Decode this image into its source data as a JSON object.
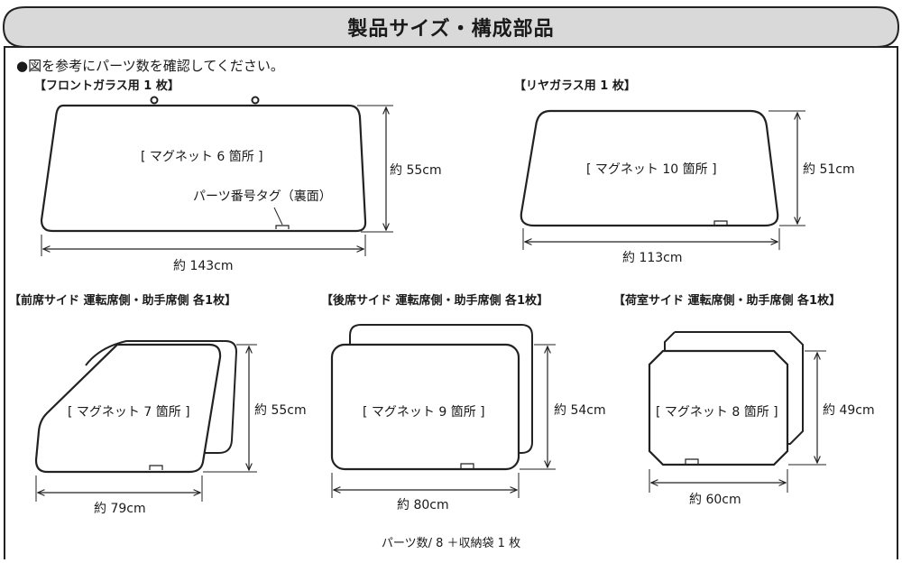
{
  "title": "製品サイズ・構成部品",
  "note": "●図を参考にパーツ数を確認してください。",
  "parts": [
    {
      "heading": "【フロントガラス用 1 枚】",
      "magnet": "[ マグネット 6 箇所 ]",
      "height": "約 55cm",
      "width": "約 143cm",
      "tag": "パーツ番号タグ（裏面）"
    },
    {
      "heading": "【リヤガラス用 1 枚】",
      "magnet": "[ マグネット 10 箇所 ]",
      "height": "約 51cm",
      "width": "約 113cm"
    },
    {
      "heading": "【前席サイド 運転席側・助手席側 各1枚】",
      "magnet": "[ マグネット 7 箇所 ]",
      "height": "約 55cm",
      "width": "約 79cm"
    },
    {
      "heading": "【後席サイド 運転席側・助手席側 各1枚】",
      "magnet": "[ マグネット 9 箇所 ]",
      "height": "約 54cm",
      "width": "約 80cm"
    },
    {
      "heading": "【荷室サイド 運転席側・助手席側 各1枚】",
      "magnet": "[ マグネット 8 箇所 ]",
      "height": "約 49cm",
      "width": "約 60cm"
    }
  ],
  "footer": "パーツ数/ 8 ＋収納袋 1 枚"
}
